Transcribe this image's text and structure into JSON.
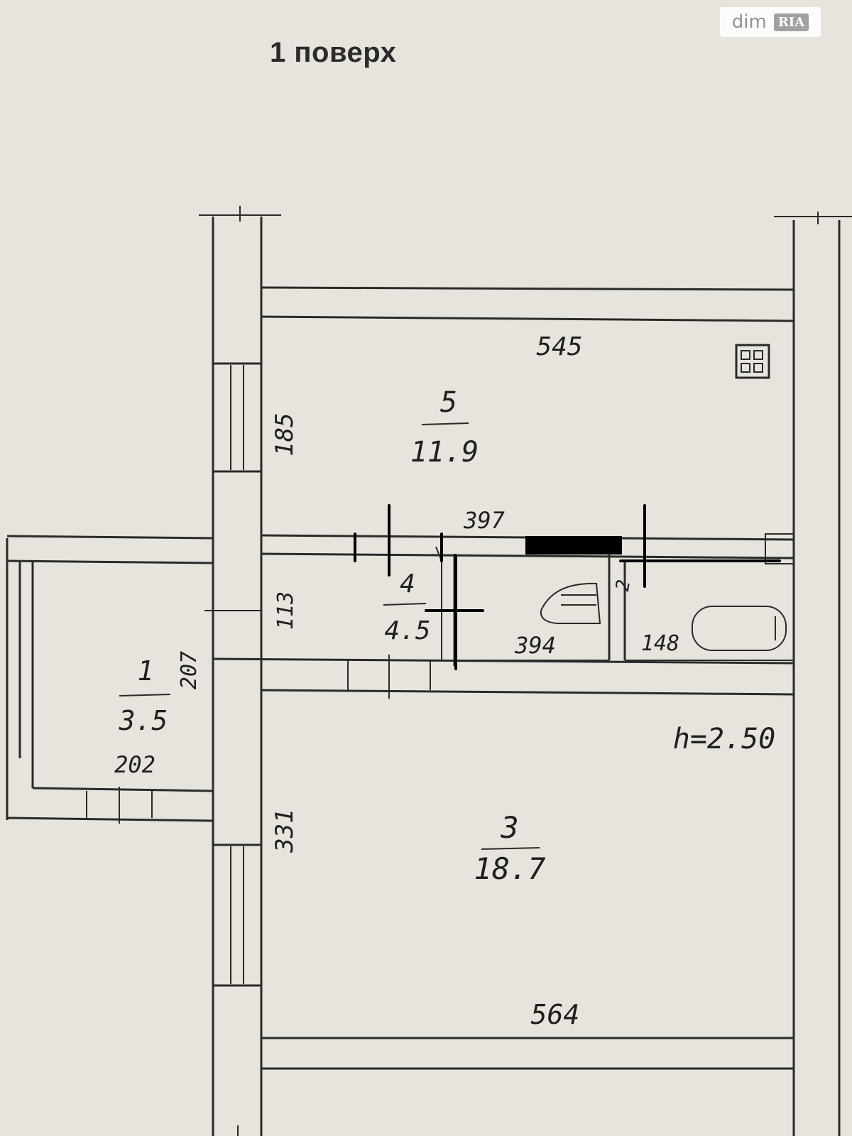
{
  "title": "1 поверх",
  "watermark": {
    "dim": "dim",
    "ria": "RIA"
  },
  "dimensions": {
    "d545": "545",
    "d185": "185",
    "d397": "397",
    "d113": "113",
    "d207": "207",
    "d394": "394",
    "d148": "148",
    "d202": "202",
    "d331": "331",
    "d564": "564",
    "height": "h=2.50"
  },
  "rooms": [
    {
      "number": "5",
      "area": "11.9"
    },
    {
      "number": "4",
      "area": "4.5"
    },
    {
      "number": "1",
      "area": "3.5"
    },
    {
      "number": "3",
      "area": "18.7"
    },
    {
      "number": "2",
      "area": ""
    }
  ],
  "colors": {
    "background": "#e6e4dc",
    "line": "#2a2a2a",
    "ink": "#000000"
  }
}
